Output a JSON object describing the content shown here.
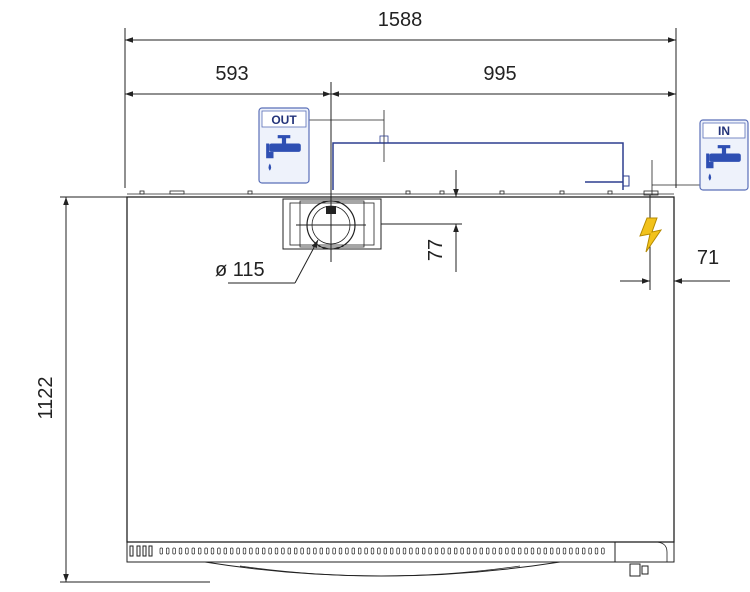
{
  "dimensions": {
    "overall_width": "1588",
    "left_offset": "593",
    "right_offset": "995",
    "height": "1122",
    "outlet_diameter": "ø 115",
    "outlet_depth": "77",
    "power_offset": "71"
  },
  "badges": {
    "out_label": "OUT",
    "in_label": "IN"
  },
  "colors": {
    "line": "#222222",
    "pipe": "#2d3e8f",
    "badge_border": "#5a6fb8",
    "badge_fill": "#eef2fb",
    "tap": "#2e4fb3",
    "lightning": "#f2c21b"
  },
  "icons": [
    "water-tap-icon",
    "lightning-icon"
  ]
}
